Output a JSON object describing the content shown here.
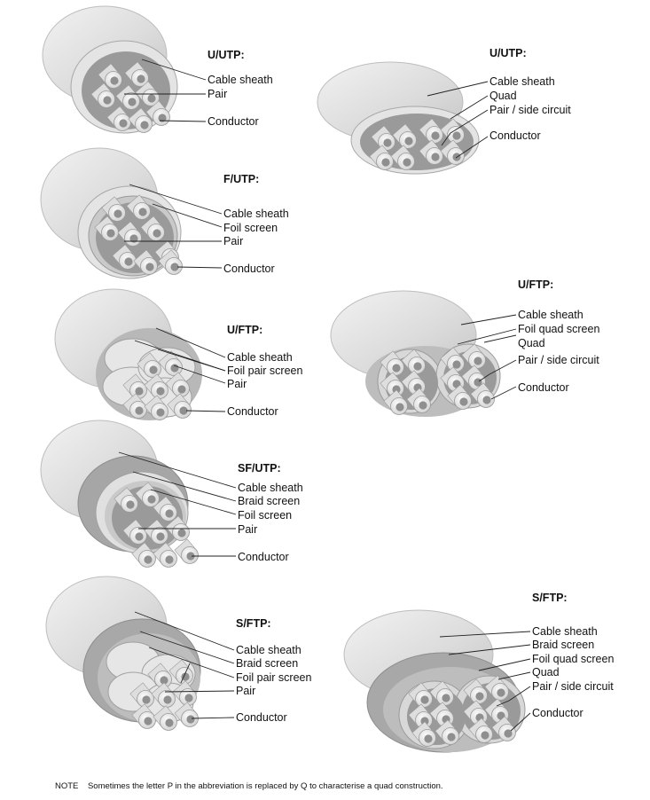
{
  "colors": {
    "sheath": "#e2e2e2",
    "sheath_dark": "#b9b9b9",
    "braid": "#a9a9a9",
    "foil": "#d4d4d4",
    "core": "#e9e9e9",
    "core_edge": "#9a9a9a",
    "cavity": "#8f8f8f"
  },
  "diagrams": [
    {
      "name": "u-utp-pair-cable",
      "title": "U/UTP:",
      "labels": [
        "Cable sheath",
        "Pair",
        "Conductor"
      ]
    },
    {
      "name": "u-utp-quad-cable",
      "title": "U/UTP:",
      "labels": [
        "Cable sheath",
        "Quad",
        "Pair / side circuit",
        "Conductor"
      ]
    },
    {
      "name": "f-utp-pair-cable",
      "title": "F/UTP:",
      "labels": [
        "Cable sheath",
        "Foil screen",
        "Pair",
        "Conductor"
      ]
    },
    {
      "name": "u-ftp-quad-cable",
      "title": "U/FTP:",
      "labels": [
        "Cable sheath",
        "Foil quad screen",
        "Quad",
        "Pair / side circuit",
        "Conductor"
      ]
    },
    {
      "name": "u-ftp-pair-cable",
      "title": "U/FTP:",
      "labels": [
        "Cable sheath",
        "Foil pair screen",
        "Pair",
        "Conductor"
      ]
    },
    {
      "name": "sf-utp-pair-cable",
      "title": "SF/UTP:",
      "labels": [
        "Cable sheath",
        "Braid screen",
        "Foil screen",
        "Pair",
        "Conductor"
      ]
    },
    {
      "name": "s-ftp-pair-cable",
      "title": "S/FTP:",
      "labels": [
        "Cable sheath",
        "Braid screen",
        "Foil pair screen",
        "Pair",
        "Conductor"
      ]
    },
    {
      "name": "s-ftp-quad-cable",
      "title": "S/FTP:",
      "labels": [
        "Cable sheath",
        "Braid screen",
        "Foil quad screen",
        "Quad",
        "Pair / side circuit",
        "Conductor"
      ]
    }
  ],
  "note": "NOTE    Sometimes the letter P in the abbreviation is replaced by Q to characterise a quad construction."
}
